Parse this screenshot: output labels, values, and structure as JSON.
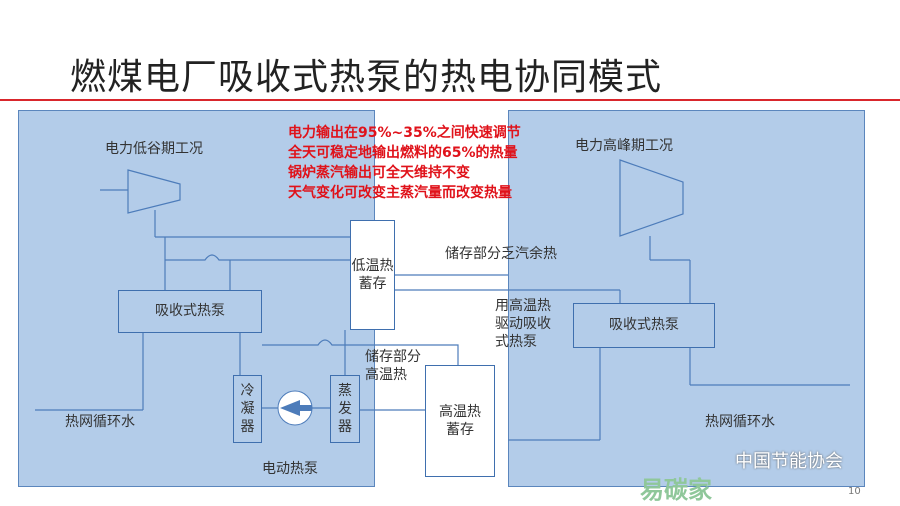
{
  "title": "燃煤电厂吸收式热泵的热电协同模式",
  "left_panel": {
    "label": "电力低谷期工况",
    "heat_pump": "吸收式热泵",
    "condenser": "冷\n凝\n器",
    "evaporator": "蒸\n发\n器",
    "heat_network": "热网循环水",
    "electric_heat_pump": "电动热泵"
  },
  "right_panel": {
    "label": "电力高峰期工况",
    "heat_pump": "吸收式热泵",
    "heat_network": "热网循环水"
  },
  "low_temp_storage": "低温热\n蓄存",
  "high_temp_storage": "高温热\n蓄存",
  "annotations": {
    "store_exhaust": "储存部分乏汽余热",
    "store_high": "储存部分\n高温热",
    "drive": "用高温热\n驱动吸收\n式热泵"
  },
  "notes": [
    "电力输出在95%~35%之间快速调节",
    "全天可稳定地输出燃料的65%的热量",
    "锅炉蒸汽输出可全天维持不变",
    "天气变化可改变主蒸汽量而改变热量"
  ],
  "page_number": "10",
  "watermark": {
    "text": "中国节能协会",
    "site": "易碳家"
  },
  "colors": {
    "panel": "#b3cce9",
    "red": "#e0121a",
    "line": "#3f6fae"
  }
}
